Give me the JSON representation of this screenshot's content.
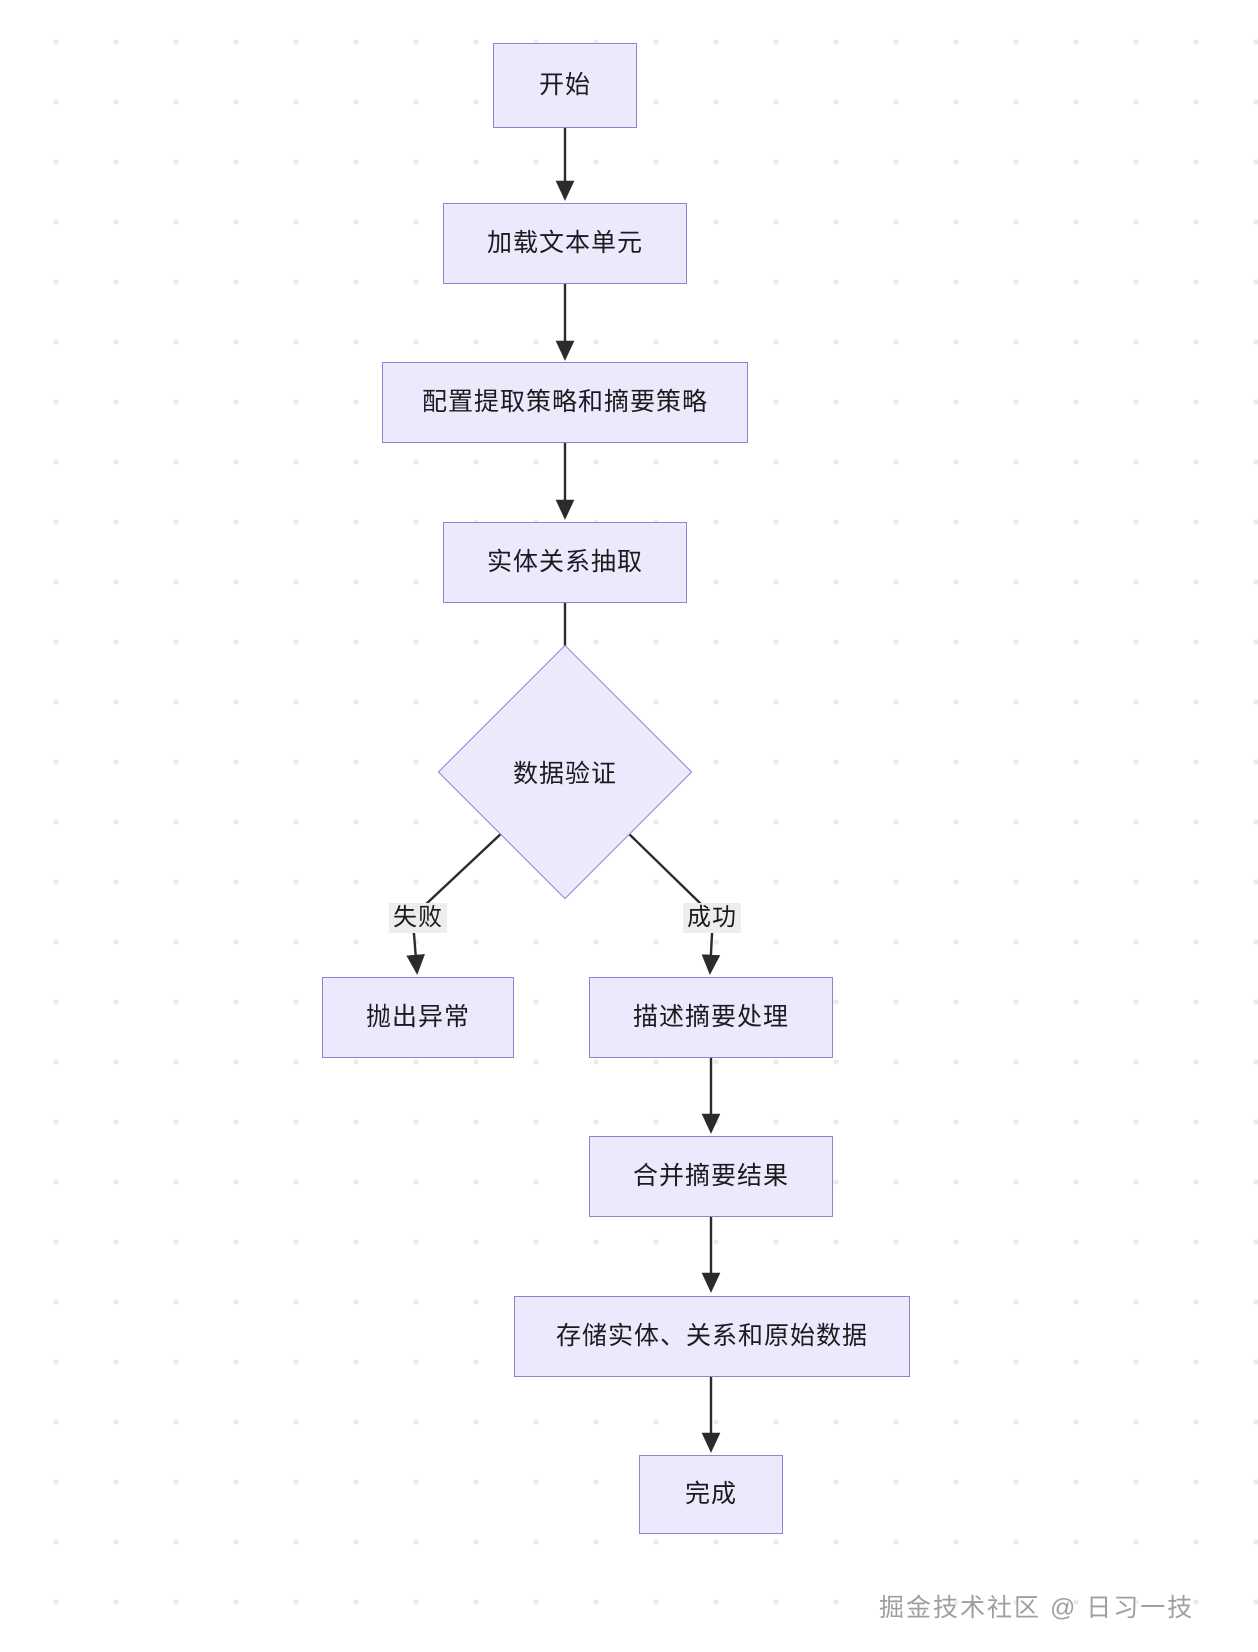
{
  "diagram": {
    "type": "flowchart",
    "title": "",
    "orientation": "top-to-bottom",
    "theme": {
      "node_fill": "#ebe9fb",
      "node_border": "#8b85d4",
      "edge_color": "#333333",
      "edge_label_bg": "#ededed",
      "text_color": "#1b1b1f",
      "canvas_bg": "#ffffff",
      "dot_grid": "#ebebeb"
    },
    "nodes": [
      {
        "id": "start",
        "label": "开始",
        "shape": "rect"
      },
      {
        "id": "load",
        "label": "加载文本单元",
        "shape": "rect"
      },
      {
        "id": "config",
        "label": "配置提取策略和摘要策略",
        "shape": "rect"
      },
      {
        "id": "extract",
        "label": "实体关系抽取",
        "shape": "rect"
      },
      {
        "id": "validate",
        "label": "数据验证",
        "shape": "diamond"
      },
      {
        "id": "throw",
        "label": "抛出异常",
        "shape": "rect"
      },
      {
        "id": "summarize",
        "label": "描述摘要处理",
        "shape": "rect"
      },
      {
        "id": "merge",
        "label": "合并摘要结果",
        "shape": "rect"
      },
      {
        "id": "store",
        "label": "存储实体、关系和原始数据",
        "shape": "rect"
      },
      {
        "id": "done",
        "label": "完成",
        "shape": "rect"
      }
    ],
    "edges": [
      {
        "from": "start",
        "to": "load",
        "label": ""
      },
      {
        "from": "load",
        "to": "config",
        "label": ""
      },
      {
        "from": "config",
        "to": "extract",
        "label": ""
      },
      {
        "from": "extract",
        "to": "validate",
        "label": ""
      },
      {
        "from": "validate",
        "to": "throw",
        "label": "失败"
      },
      {
        "from": "validate",
        "to": "summarize",
        "label": "成功"
      },
      {
        "from": "summarize",
        "to": "merge",
        "label": ""
      },
      {
        "from": "merge",
        "to": "store",
        "label": ""
      },
      {
        "from": "store",
        "to": "done",
        "label": ""
      }
    ],
    "edge_labels": {
      "fail": "失败",
      "success": "成功"
    }
  },
  "watermark": {
    "text": "掘金技术社区 @ 日习一技"
  }
}
